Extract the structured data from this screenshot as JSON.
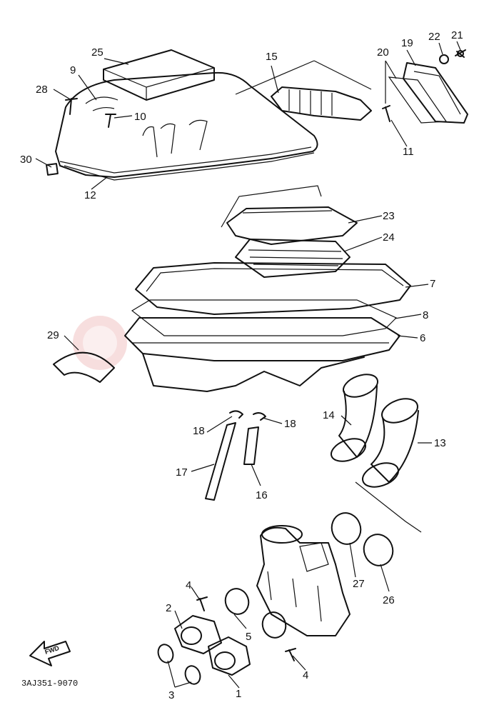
{
  "callouts": [
    {
      "id": "c1",
      "text": "1"
    },
    {
      "id": "c2",
      "text": "2"
    },
    {
      "id": "c3",
      "text": "3"
    },
    {
      "id": "c4a",
      "text": "4"
    },
    {
      "id": "c4b",
      "text": "4"
    },
    {
      "id": "c5",
      "text": "5"
    },
    {
      "id": "c6",
      "text": "6"
    },
    {
      "id": "c7",
      "text": "7"
    },
    {
      "id": "c8",
      "text": "8"
    },
    {
      "id": "c9",
      "text": "9"
    },
    {
      "id": "c10",
      "text": "10"
    },
    {
      "id": "c11",
      "text": "11"
    },
    {
      "id": "c12",
      "text": "12"
    },
    {
      "id": "c13",
      "text": "13"
    },
    {
      "id": "c14",
      "text": "14"
    },
    {
      "id": "c15",
      "text": "15"
    },
    {
      "id": "c16",
      "text": "16"
    },
    {
      "id": "c17",
      "text": "17"
    },
    {
      "id": "c18a",
      "text": "18"
    },
    {
      "id": "c18b",
      "text": "18"
    },
    {
      "id": "c19",
      "text": "19"
    },
    {
      "id": "c20",
      "text": "20"
    },
    {
      "id": "c21",
      "text": "21"
    },
    {
      "id": "c22",
      "text": "22"
    },
    {
      "id": "c23",
      "text": "23"
    },
    {
      "id": "c24",
      "text": "24"
    },
    {
      "id": "c25",
      "text": "25"
    },
    {
      "id": "c26",
      "text": "26"
    },
    {
      "id": "c27",
      "text": "27"
    },
    {
      "id": "c28",
      "text": "28"
    },
    {
      "id": "c29",
      "text": "29"
    },
    {
      "id": "c30",
      "text": "30"
    }
  ],
  "footer": {
    "code": "3AJ351-9070"
  },
  "fwd_label": "FWD",
  "colors": {
    "ink": "#111111",
    "watermark": "#e7a0a0"
  }
}
